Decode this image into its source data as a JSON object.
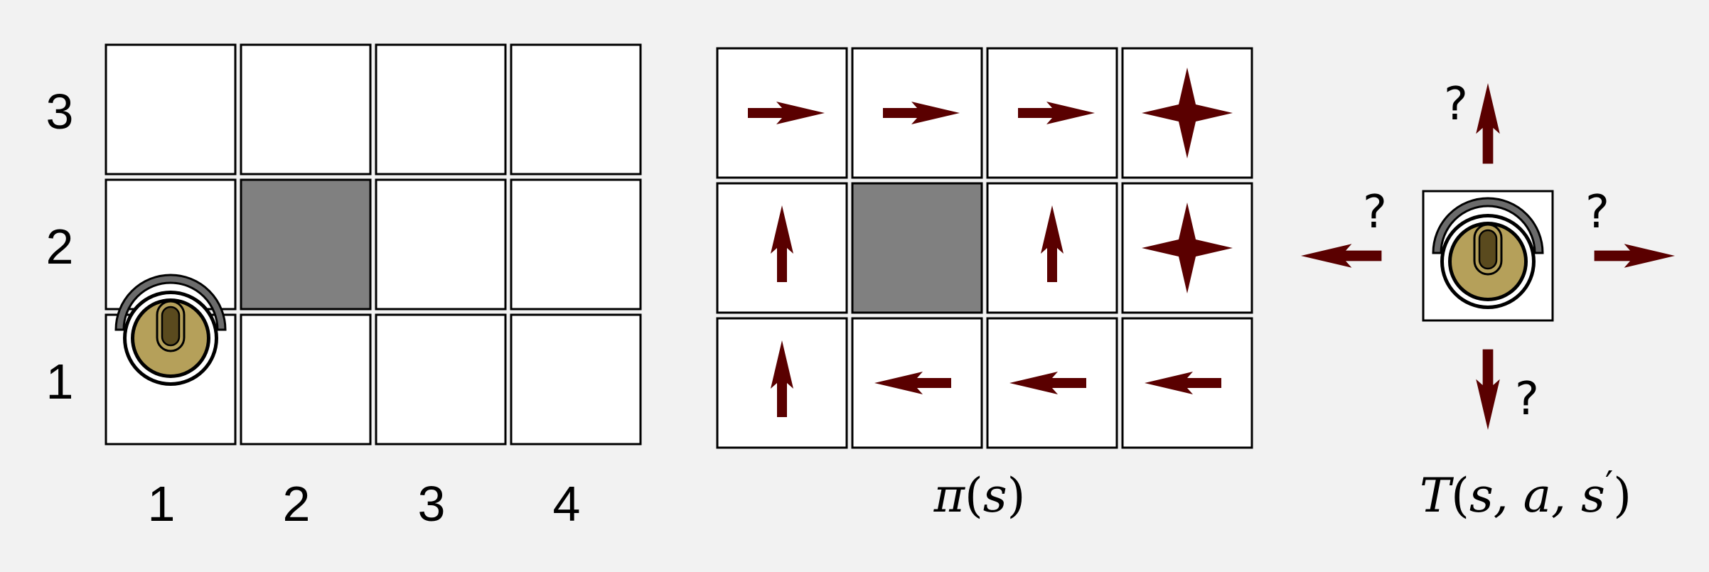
{
  "colors": {
    "background": "#f2f2f2",
    "cell": "#ffffff",
    "wall": "#808080",
    "arrow": "#5a0000",
    "robot_body": "#b5a05a",
    "robot_shade": "#6b6b6b",
    "robot_eye": "#5a4a1e"
  },
  "grid": {
    "columns": 4,
    "rows": 3,
    "row_labels": [
      "3",
      "2",
      "1"
    ],
    "col_labels": [
      "1",
      "2",
      "3",
      "4"
    ],
    "wall_cell": {
      "col": 2,
      "row": 2
    },
    "agent_cell": {
      "col": 1,
      "row": 1
    }
  },
  "policy": {
    "label_symbol": "π",
    "label_open": "(",
    "label_arg": "s",
    "label_close": ")",
    "actions": [
      [
        "right",
        "right",
        "right",
        "terminal"
      ],
      [
        "up",
        "wall",
        "up",
        "terminal"
      ],
      [
        "up",
        "left",
        "left",
        "left"
      ]
    ]
  },
  "transition": {
    "label_symbol": "T",
    "label_open": "(",
    "label_args": "s, a, s",
    "label_prime": "′",
    "label_close": ")",
    "unknown_mark": "?",
    "directions": [
      "up",
      "left",
      "right",
      "down"
    ]
  }
}
